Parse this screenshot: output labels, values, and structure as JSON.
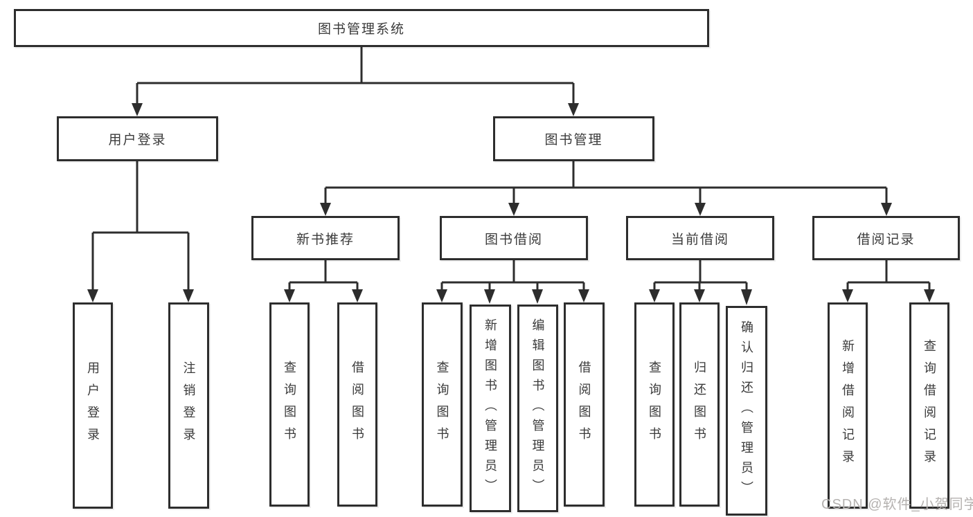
{
  "diagram_title": "图书管理系统",
  "colors": {
    "line": "#2d2d2d",
    "box_border": "#2d2d2d",
    "text": "#3a3a3a",
    "watermark": "#b5b2b0",
    "background": "#ffffff"
  },
  "tree": {
    "label": "图书管理系统",
    "children": [
      {
        "label": "用户登录",
        "children": [
          {
            "label": "用户登录"
          },
          {
            "label": "注销登录"
          }
        ]
      },
      {
        "label": "图书管理",
        "children": [
          {
            "label": "新书推荐",
            "children": [
              {
                "label": "查询图书"
              },
              {
                "label": "借阅图书"
              }
            ]
          },
          {
            "label": "图书借阅",
            "children": [
              {
                "label": "查询图书"
              },
              {
                "label": "新增图书（管理员）"
              },
              {
                "label": "编辑图书（管理员）"
              },
              {
                "label": "借阅图书"
              }
            ]
          },
          {
            "label": "当前借阅",
            "children": [
              {
                "label": "查询图书"
              },
              {
                "label": "归还图书"
              },
              {
                "label": "确认归还（管理员）"
              }
            ]
          },
          {
            "label": "借阅记录",
            "children": [
              {
                "label": "新增借阅记录"
              },
              {
                "label": "查询借阅记录"
              }
            ]
          }
        ]
      }
    ]
  },
  "watermark": {
    "text": "CSDN @软件_小贺同学"
  }
}
